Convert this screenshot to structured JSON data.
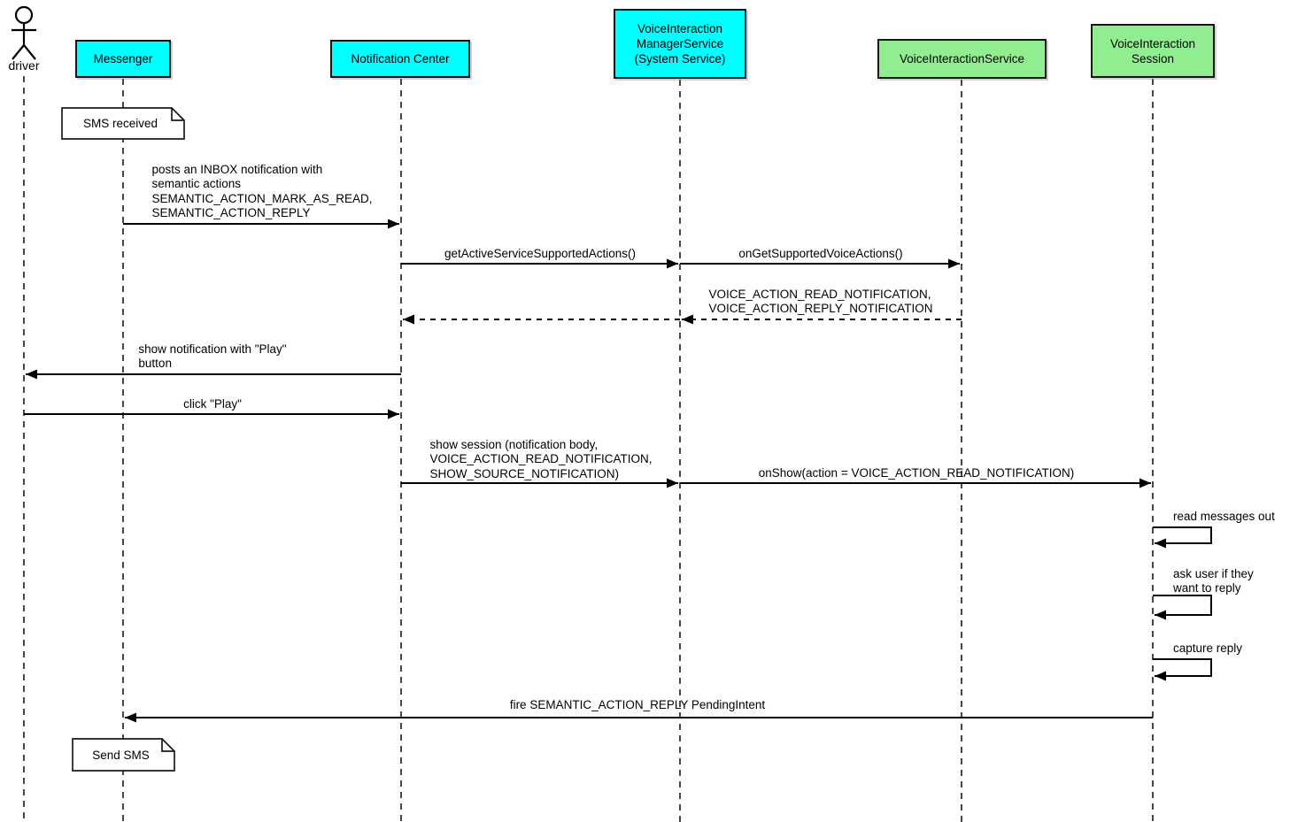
{
  "colors": {
    "participant_cyan": "#00ffff",
    "participant_green": "#90ee90",
    "note_background": "#ffffff",
    "line": "#000000",
    "background": "#ffffff"
  },
  "actor": {
    "label": "driver"
  },
  "participants": [
    {
      "label": "Messenger",
      "fill": "#00ffff"
    },
    {
      "label": "Notification Center",
      "fill": "#00ffff"
    },
    {
      "label": "VoiceInteraction\nManagerService\n(System Service)",
      "fill": "#00ffff"
    },
    {
      "label": "VoiceInteractionService",
      "fill": "#90ee90"
    },
    {
      "label": "VoiceInteraction\nSession",
      "fill": "#90ee90"
    }
  ],
  "notes": [
    {
      "text": "SMS received",
      "attached_to": "Messenger"
    },
    {
      "text": "Send SMS",
      "attached_to": "Messenger"
    }
  ],
  "messages": [
    {
      "text": "posts an INBOX notification with\nsemantic actions\nSEMANTIC_ACTION_MARK_AS_READ,\nSEMANTIC_ACTION_REPLY",
      "from": "Messenger",
      "to": "Notification Center",
      "style": "solid"
    },
    {
      "text": "getActiveServiceSupportedActions()",
      "from": "Notification Center",
      "to": "VoiceInteraction ManagerService (System Service)",
      "style": "solid"
    },
    {
      "text": "onGetSupportedVoiceActions()",
      "from": "VoiceInteraction ManagerService (System Service)",
      "to": "VoiceInteractionService",
      "style": "solid"
    },
    {
      "text": "VOICE_ACTION_READ_NOTIFICATION,\nVOICE_ACTION_REPLY_NOTIFICATION",
      "from": "VoiceInteractionService",
      "to": "Notification Center",
      "style": "dashed-return"
    },
    {
      "text": "show notification with \"Play\"\nbutton",
      "from": "Notification Center",
      "to": "driver",
      "style": "solid"
    },
    {
      "text": "click \"Play\"",
      "from": "driver",
      "to": "Notification Center",
      "style": "solid"
    },
    {
      "text": "show session (notification body,\nVOICE_ACTION_READ_NOTIFICATION,\nSHOW_SOURCE_NOTIFICATION)",
      "from": "Notification Center",
      "to": "VoiceInteraction ManagerService (System Service)",
      "style": "solid"
    },
    {
      "text": "onShow(action = VOICE_ACTION_READ_NOTIFICATION)",
      "from": "VoiceInteraction ManagerService (System Service)",
      "to": "VoiceInteraction Session",
      "style": "solid"
    },
    {
      "text": "read messages out",
      "from": "VoiceInteraction Session",
      "to": "VoiceInteraction Session",
      "style": "self"
    },
    {
      "text": "ask user if they\nwant to reply",
      "from": "VoiceInteraction Session",
      "to": "VoiceInteraction Session",
      "style": "self"
    },
    {
      "text": "capture reply",
      "from": "VoiceInteraction Session",
      "to": "VoiceInteraction Session",
      "style": "self"
    },
    {
      "text": "fire SEMANTIC_ACTION_REPLY PendingIntent",
      "from": "VoiceInteraction Session",
      "to": "Messenger",
      "style": "solid"
    }
  ]
}
